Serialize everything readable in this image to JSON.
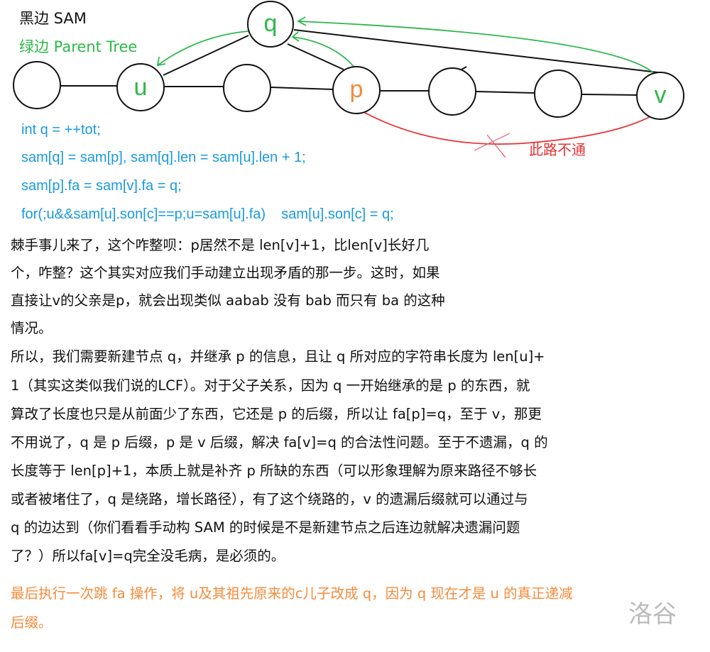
{
  "legend": {
    "black": "黑边 SAM",
    "green": "绿边 Parent Tree"
  },
  "colors": {
    "code": "#1a9ae0",
    "green": "#2db84a",
    "orange": "#f58a3a",
    "red": "#e83030"
  },
  "nodes": {
    "q": "q",
    "u": "u",
    "p": "p",
    "v": "v"
  },
  "blocked_label": "此路不通",
  "code": [
    "int q = ++tot;",
    "sam[q] = sam[p], sam[q].len = sam[u].len + 1;",
    "sam[p].fa = sam[v].fa = q;",
    "for(;u&&sam[u].son[c]==p;u=sam[u].fa)    sam[u].son[c] = q;"
  ],
  "paragraph1": [
    "棘手事儿来了，这个咋整呗：p居然不是 len[v]+1，比len[v]长好几",
    "个，咋整？这个其实对应我们手动建立出现矛盾的那一步。这时，如果",
    "直接让v的父亲是p，就会出现类似 aabab 没有 bab 而只有 ba 的这种",
    "情况。"
  ],
  "paragraph2": [
    "所以，我们需要新建节点 q，并继承 p 的信息，且让 q 所对应的字符串长度为 len[u]+",
    "1（其实这类似我们说的LCF）。对于父子关系，因为 q 一开始继承的是 p 的东西，就",
    "算改了长度也只是从前面少了东西，它还是 p 的后缀，所以让 fa[p]=q，至于 v，那更",
    "不用说了，q 是 p 后缀，p 是 v 后缀，解决 fa[v]=q 的合法性问题。至于不遗漏，q 的",
    "长度等于 len[p]+1，本质上就是补齐 p 所缺的东西（可以形象理解为原来路径不够长",
    "或者被堵住了，q 是绕路，增长路径），有了这个绕路的，v 的遗漏后缀就可以通过与",
    "q 的边达到（你们看看手动构 SAM 的时候是不是新建节点之后连边就解决遗漏问题",
    "了？）所以fa[v]=q完全没毛病，是必须的。"
  ],
  "paragraph3": [
    "最后执行一次跳 fa 操作，将 u及其祖先原来的c儿子改成 q，因为 q 现在才是 u 的真正递减",
    "后缀。"
  ],
  "watermark": "洛谷"
}
